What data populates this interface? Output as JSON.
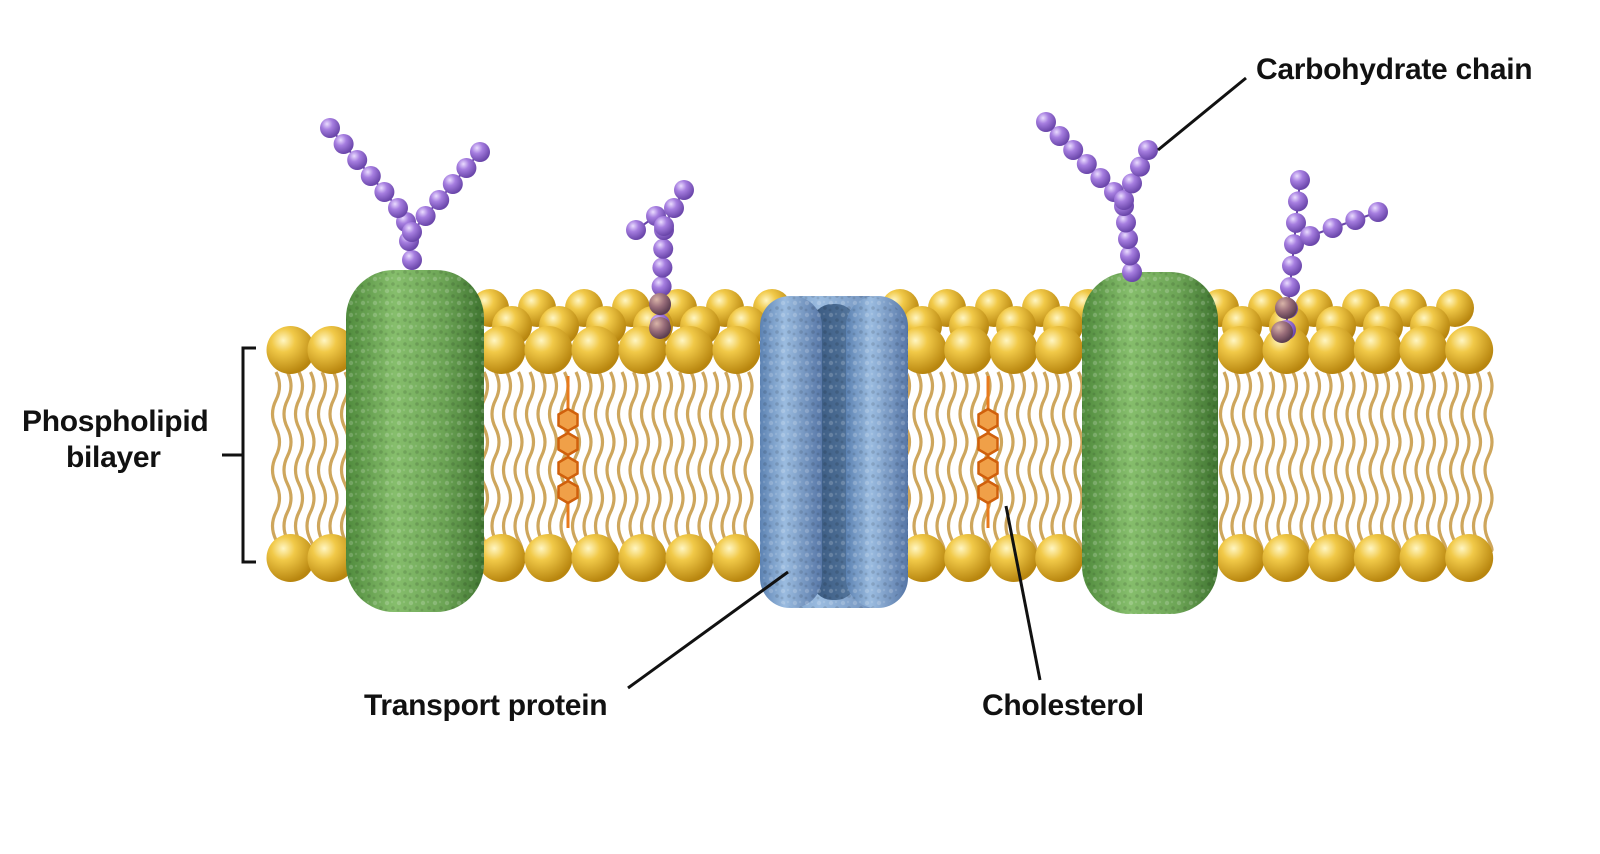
{
  "labels": {
    "phospholipid_bilayer_line1": "Phospholipid",
    "phospholipid_bilayer_line2": "bilayer",
    "carbohydrate_chain": "Carbohydrate chain",
    "transport_protein": "Transport protein",
    "cholesterol": "Cholesterol"
  },
  "colors": {
    "phosphate_head": "#e3b02a",
    "lipid_tail": "#d8b46a",
    "integral_protein": "#6fa45a",
    "transport_protein": "#7fa3cf",
    "carbohydrate_bead": "#9a72d8",
    "cholesterol": "#e87a1c",
    "leader_line": "#111111"
  }
}
